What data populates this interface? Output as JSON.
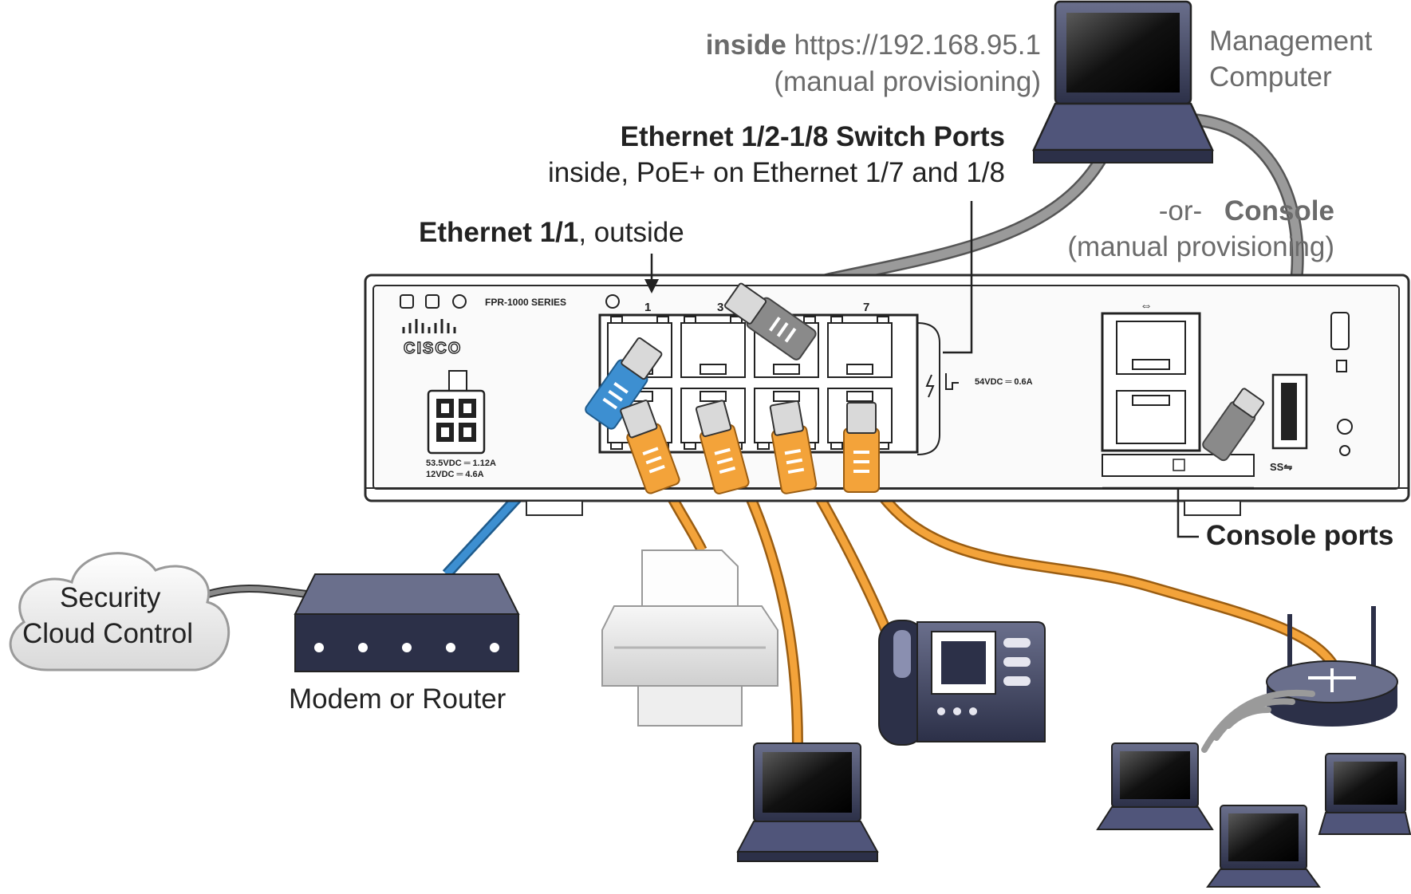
{
  "labels": {
    "inside_bold": "inside",
    "inside_url": "https://192.168.95.1",
    "inside_note": "(manual provisioning)",
    "management_line1": "Management",
    "management_line2": "Computer",
    "switch_ports_title": "Ethernet 1/2-1/8 Switch Ports",
    "switch_ports_sub": "inside, PoE+ on Ethernet 1/7 and 1/8",
    "eth11_bold": "Ethernet 1/1",
    "eth11_rest": ", outside",
    "or_text": "-or-",
    "console_bold": "Console",
    "console_note": "(manual provisioning)",
    "console_ports": "Console ports",
    "cloud_line1": "Security",
    "cloud_line2": "Cloud Control",
    "modem": "Modem or Router"
  },
  "device": {
    "series": "FPR-1000  SERIES",
    "brand": "CISCO",
    "port_1": "1",
    "port_3": "3",
    "port_7": "7",
    "poe_rating": "54VDC ═ 0.6A",
    "power_rating_1": "53.5VDC ═ 1.12A",
    "power_rating_2": "12VDC ═ 4.6A"
  },
  "colors": {
    "outside_cable": "#3d8fd1",
    "inside_cable": "#f3a33a",
    "management_cable": "#8a8a8a",
    "chassis_outline": "#2b2b2b",
    "device_dark": "#3b3f5c"
  }
}
